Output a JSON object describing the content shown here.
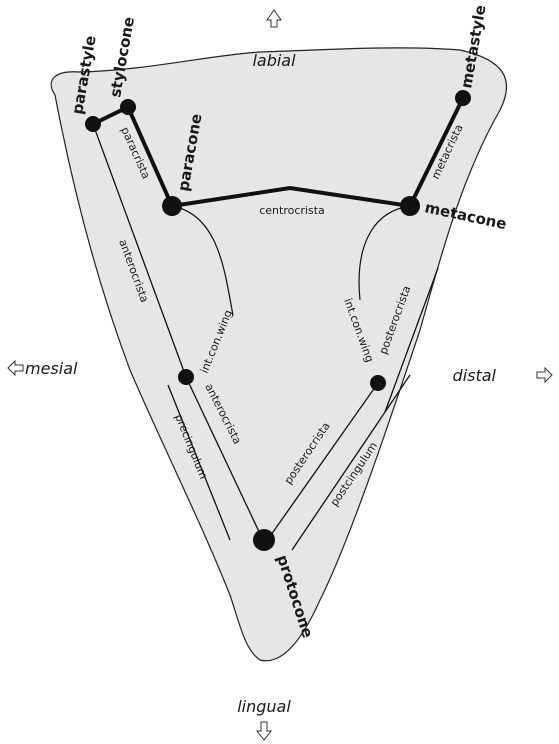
{
  "directions": {
    "labial": "labial",
    "lingual": "lingual",
    "mesial": "mesial",
    "distal": "distal"
  },
  "cusps": {
    "parastyle": "parastyle",
    "stylocone": "stylocone",
    "paracone": "paracone",
    "metastyle": "metastyle",
    "metacone": "metacone",
    "protocone": "protocone"
  },
  "crests": {
    "paracrista": "paracrista",
    "centrocrista": "centrocrista",
    "metacrista": "metacrista",
    "anterocrista_upper": "anterocrista",
    "anterocrista_lower": "anterocrista",
    "posterocrista_upper": "posterocrista",
    "posterocrista_lower": "posterocrista",
    "int_con_wing_mesial": "int.con.wing",
    "int_con_wing_distal": "int.con.wing",
    "precingulum": "precingulum",
    "postcingulum": "postcingulum"
  },
  "colors": {
    "tooth_fill": "#e6e6e6",
    "outline": "#222222",
    "cusp": "#111111"
  }
}
